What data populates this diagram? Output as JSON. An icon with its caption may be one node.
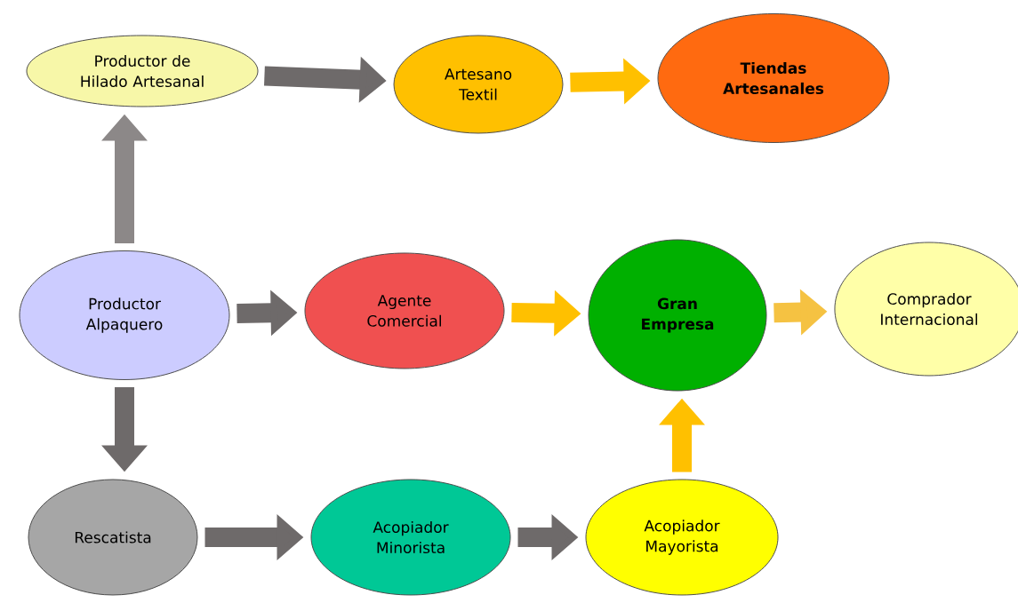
{
  "diagram": {
    "nodes": [
      {
        "text": [
          "Productor de Hilado Artesanal"
        ]
      },
      {
        "text": [
          "Artesano Textil"
        ]
      },
      {
        "text": [
          "Tiendas Artesanales"
        ]
      },
      {
        "text": [
          "Productor Alpaquero"
        ]
      },
      {
        "text": [
          "Agente Comercial"
        ]
      },
      {
        "text": [
          "Gran Empresa"
        ]
      },
      {
        "text": [
          "Comprador Internacional"
        ]
      },
      {
        "text": [
          "Rescatista"
        ]
      },
      {
        "text": [
          "Acopiador Minorista"
        ]
      },
      {
        "text": [
          "Acopiador Mayorista"
        ]
      }
    ],
    "edges": [
      {
        "from": 3,
        "to": 0,
        "arrow": "to",
        "color": "#8c8888"
      },
      {
        "from": 0,
        "to": 1,
        "arrow": "to"
      },
      {
        "from": 1,
        "to": 2,
        "arrow": "to",
        "color": "#ffc000"
      },
      {
        "from": 3,
        "to": 4,
        "arrow": "to"
      },
      {
        "from": 4,
        "to": 5,
        "arrow": "to",
        "color": "#ffc000"
      },
      {
        "from": 5,
        "to": 6,
        "arrow": "to",
        "color": "#f5c242"
      },
      {
        "from": 3,
        "to": 7,
        "arrow": "to"
      },
      {
        "from": 7,
        "to": 8,
        "arrow": "to"
      },
      {
        "from": 8,
        "to": 9,
        "arrow": "to"
      },
      {
        "from": 9,
        "to": 5,
        "arrow": "to",
        "color": "#ffc000"
      }
    ]
  }
}
